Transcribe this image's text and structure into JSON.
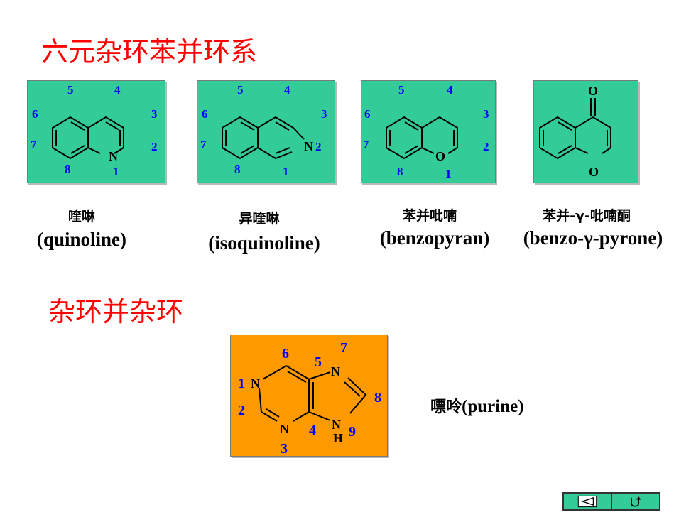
{
  "section1": {
    "title": "六元杂环苯并环系"
  },
  "section2": {
    "title": "杂环并杂环"
  },
  "structures": [
    {
      "name_zh": "喹啉",
      "name_en": "(quinoline)",
      "numbers": [
        "1",
        "2",
        "3",
        "4",
        "5",
        "6",
        "7",
        "8"
      ],
      "heteroatoms": [
        "N"
      ]
    },
    {
      "name_zh": "异喹啉",
      "name_en": "(isoquinoline)",
      "numbers": [
        "1",
        "2",
        "3",
        "4",
        "5",
        "6",
        "7",
        "8"
      ],
      "heteroatoms": [
        "N"
      ]
    },
    {
      "name_zh": "苯并吡喃",
      "name_en": "(benzopyran)",
      "numbers": [
        "1",
        "2",
        "3",
        "4",
        "5",
        "6",
        "7",
        "8"
      ],
      "heteroatoms": [
        "O"
      ]
    },
    {
      "name_zh": "苯并-γ-吡喃酮",
      "name_en": "(benzo-γ-pyrone)",
      "heteroatoms": [
        "O",
        "O"
      ]
    }
  ],
  "purine": {
    "label_zh": "嘌呤",
    "label_en": "(purine)",
    "numbers": [
      "1",
      "2",
      "3",
      "4",
      "5",
      "6",
      "7",
      "8",
      "9"
    ],
    "atoms": [
      "N",
      "N",
      "N",
      "N",
      "H"
    ]
  },
  "colors": {
    "title": "#ff0000",
    "green_box": "#33cc99",
    "orange_box": "#ff9900",
    "numbers": "#0000ff"
  },
  "nav": {
    "back_icon": "triangle-left-icon",
    "return_icon": "u-turn-icon"
  }
}
